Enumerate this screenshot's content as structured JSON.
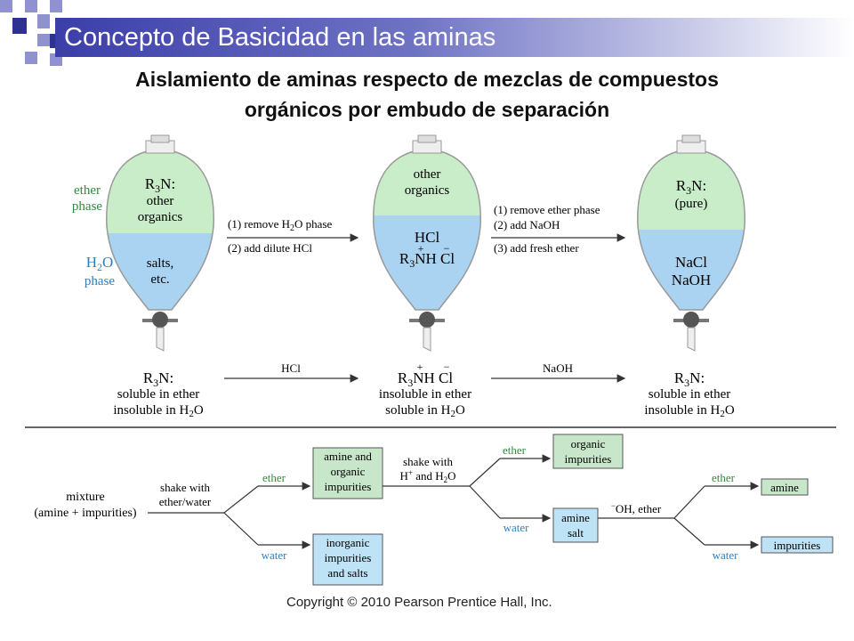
{
  "slide": {
    "title": "Concepto de Basicidad en las aminas",
    "subtitle_line1": "Aislamiento de aminas respecto de mezclas de compuestos",
    "subtitle_line2": "orgánicos por embudo de separación",
    "copyright": "Copyright © 2010 Pearson Prentice Hall, Inc."
  },
  "colors": {
    "accent_dark": "#2e3192",
    "accent_light": "#8f92cf",
    "ether_phase": "#c9ecc9",
    "water_phase": "#a9d3f1",
    "green_label": "#2e8b3c",
    "blue_label": "#2c7fbf",
    "box_green": "#c8e6c9",
    "box_blue": "#bfe3f6"
  },
  "funnels": {
    "ether_label_1": "ether",
    "ether_label_2": "phase",
    "water_label_1": "H",
    "water_label_sub": "2",
    "water_label_2": "O",
    "water_label_3": "phase",
    "f1_top_1": "R",
    "f1_top_sub": "3",
    "f1_top_2": "N:",
    "f1_top_line2": "other",
    "f1_top_line3": "organics",
    "f1_bottom_line1": "salts,",
    "f1_bottom_line2": "etc.",
    "f2_top_line1": "other",
    "f2_top_line2": "organics",
    "f2_bottom_line1": "HCl",
    "f2_plus": "+",
    "f2_minus": "−",
    "f2_bottom_line2_a": "R",
    "f2_bottom_line2_sub": "3",
    "f2_bottom_line2_b": "NH Cl",
    "f3_top_1": "R",
    "f3_top_sub": "3",
    "f3_top_2": "N:",
    "f3_top_line2": "(pure)",
    "f3_bottom_line1": "NaCl",
    "f3_bottom_line2": "NaOH"
  },
  "steps_1": {
    "step1_a": "(1) remove H",
    "step1_sub": "2",
    "step1_b": "O phase",
    "step2": "(2) add dilute HCl"
  },
  "steps_2": {
    "step1": "(1) remove ether phase",
    "step2": "(2) add NaOH",
    "step3": "(3) add fresh ether"
  },
  "equilibrium": {
    "left_1": "R",
    "left_sub": "3",
    "left_2": "N:",
    "left_line2": "soluble in ether",
    "left_line3_a": "insoluble in H",
    "left_line3_sub": "2",
    "left_line3_b": "O",
    "reagent_1": "HCl",
    "middle_plus": "+",
    "middle_minus": "−",
    "middle_a": "R",
    "middle_sub": "3",
    "middle_b": "NH Cl",
    "middle_line2": "insoluble in ether",
    "middle_line3_a": "soluble in H",
    "middle_line3_sub": "2",
    "middle_line3_b": "O",
    "reagent_2": "NaOH",
    "right_1": "R",
    "right_sub": "3",
    "right_2": "N:",
    "right_line2": "soluble in ether",
    "right_line3_a": "insoluble in H",
    "right_line3_sub": "2",
    "right_line3_b": "O"
  },
  "flowchart": {
    "mixture_line1": "mixture",
    "mixture_line2": "(amine + impurities)",
    "shake1_line1": "shake with",
    "shake1_line2": "ether/water",
    "ether_1": "ether",
    "water_1": "water",
    "box_amine_org_1": "amine and",
    "box_amine_org_2": "organic",
    "box_amine_org_3": "impurities",
    "box_inorganic_1": "inorganic",
    "box_inorganic_2": "impurities",
    "box_inorganic_3": "and salts",
    "shake2_line1": "shake with",
    "shake2_line2_a": "H",
    "shake2_line2_sup": "+",
    "shake2_line2_b": " and H",
    "shake2_line2_sub": "2",
    "shake2_line2_c": "O",
    "ether_2": "ether",
    "water_2": "water",
    "box_organic_1": "organic",
    "box_organic_2": "impurities",
    "box_amine_salt_1": "amine",
    "box_amine_salt_2": "salt",
    "oh_sup": "−",
    "oh_text": "OH, ether",
    "ether_3": "ether",
    "water_3": "water",
    "box_amine": "amine",
    "box_impurities": "impurities"
  }
}
